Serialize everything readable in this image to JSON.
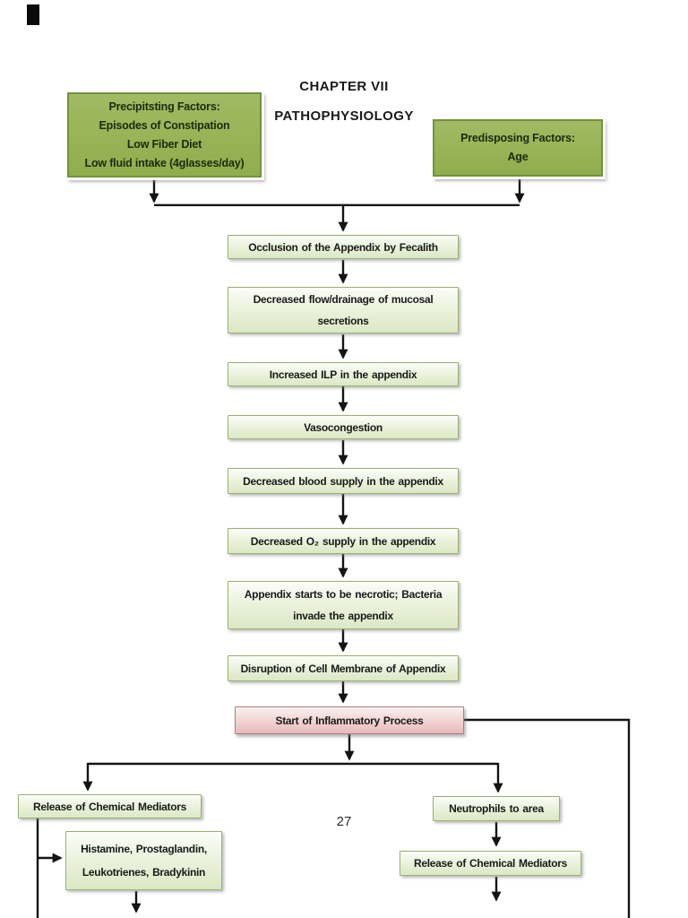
{
  "page": {
    "title_line1": "CHAPTER VII",
    "title_line2": "PATHOPHYSIOLOGY",
    "page_number": "27"
  },
  "factors": {
    "precipitating": {
      "lines": [
        "Precipitsting Factors:",
        "Episodes of Constipation",
        "Low Fiber Diet",
        "Low fluid intake (4glasses/day)"
      ]
    },
    "predisposing": {
      "lines": [
        "Predisposing Factors:",
        "Age"
      ]
    }
  },
  "flow": {
    "steps": [
      {
        "lines": [
          "Occlusion of the Appendix by Fecalith"
        ]
      },
      {
        "lines": [
          "Decreased flow/drainage of mucosal",
          "secretions"
        ]
      },
      {
        "lines": [
          "Increased ILP in the appendix"
        ]
      },
      {
        "lines": [
          "Vasocongestion"
        ]
      },
      {
        "lines": [
          "Decreased blood supply in the appendix"
        ]
      },
      {
        "lines": [
          "Decreased O₂ supply in the appendix"
        ]
      },
      {
        "lines": [
          "Appendix starts to be necrotic; Bacteria",
          "invade the appendix"
        ]
      },
      {
        "lines": [
          "Disruption of Cell Membrane of Appendix"
        ]
      }
    ],
    "inflammatory": "Start of Inflammatory Process"
  },
  "branches": {
    "left": {
      "mediators": "Release of Chemical Mediators",
      "chemicals_lines": [
        "Histamine, Prostaglandin,",
        "Leukotrienes, Bradykinin"
      ]
    },
    "right": {
      "neutrophils": "Neutrophils to area",
      "mediators": "Release of Chemical Mediators"
    }
  },
  "colors": {
    "factor_fill_top": "#a0bb63",
    "factor_fill_bottom": "#8fae4c",
    "factor_border": "#72923c",
    "step_border": "#9cb074",
    "step_fill_bottom": "#dbe8c4",
    "inflammatory_border": "#ab7f7f",
    "inflammatory_fill_bottom": "#e8baba",
    "connector": "#141414"
  }
}
